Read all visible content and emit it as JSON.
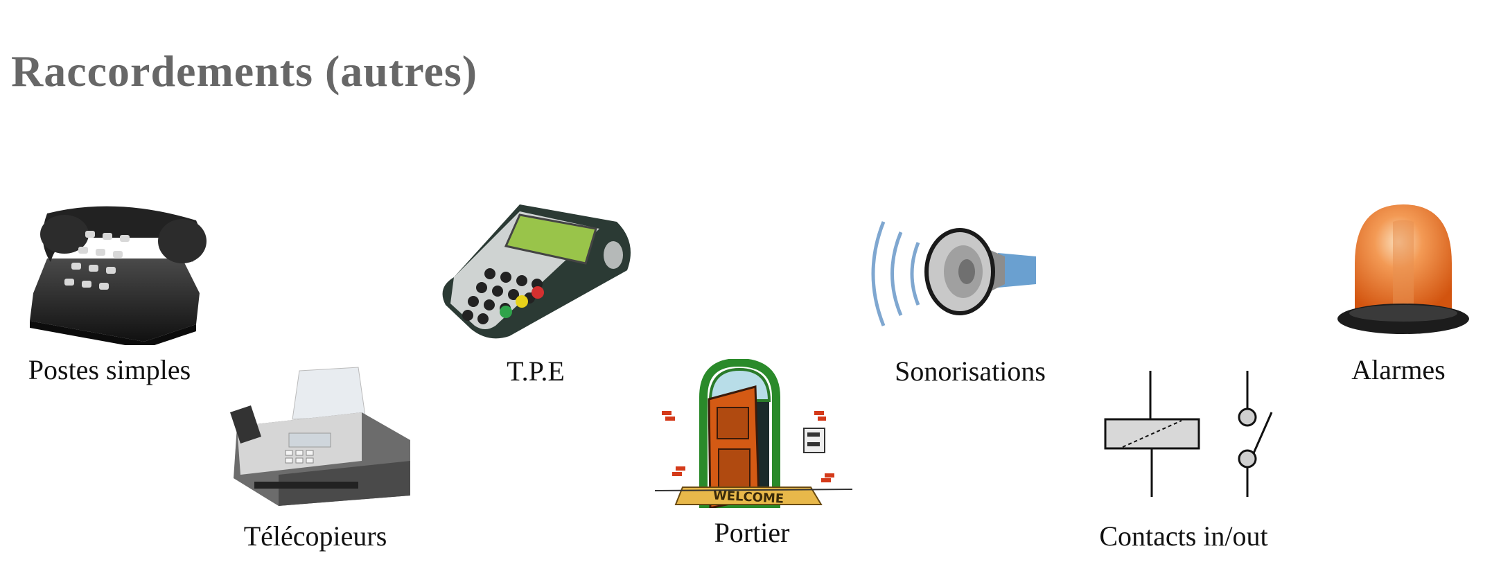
{
  "title": "Raccordements (autres)",
  "items": [
    {
      "id": "postes-simples",
      "label": "Postes simples",
      "icon": "telephone-icon"
    },
    {
      "id": "telecopieurs",
      "label": "Télécopieurs",
      "icon": "fax-machine-icon"
    },
    {
      "id": "tpe",
      "label": "T.P.E",
      "icon": "payment-terminal-icon"
    },
    {
      "id": "portier",
      "label": "Portier",
      "icon": "door-intercom-icon",
      "mat_text": "WELCOME"
    },
    {
      "id": "sonorisations",
      "label": "Sonorisations",
      "icon": "loudspeaker-icon"
    },
    {
      "id": "contacts",
      "label": "Contacts in/out",
      "icon": "relay-contact-icon"
    },
    {
      "id": "alarmes",
      "label": "Alarmes",
      "icon": "beacon-light-icon"
    }
  ]
}
